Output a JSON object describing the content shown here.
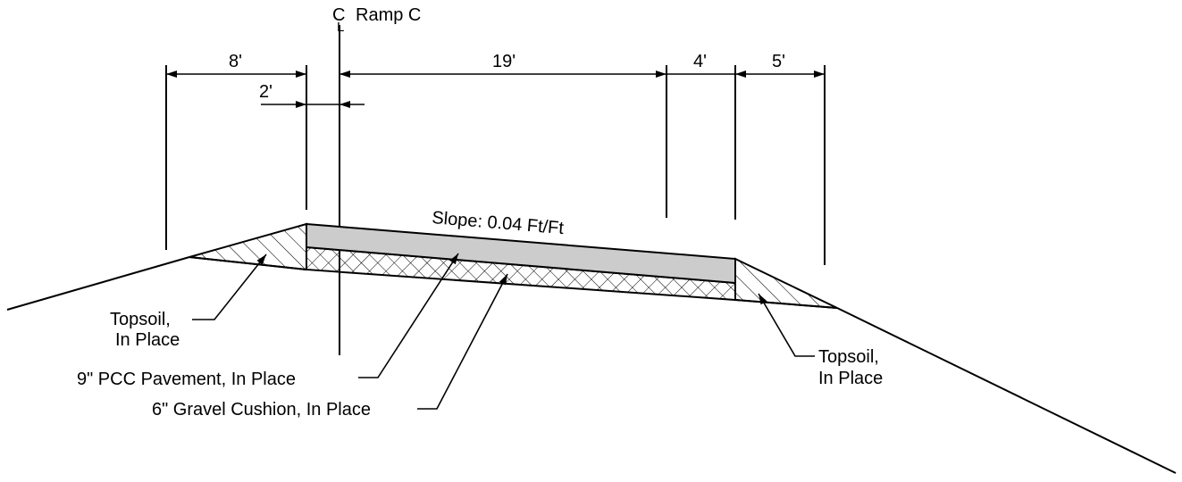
{
  "centerline": {
    "symbol": "C",
    "symbol_underscore": "L",
    "label": "Ramp C"
  },
  "dimensions": {
    "d1": "8'",
    "d2": "2'",
    "d3": "19'",
    "d4": "4'",
    "d5": "5'"
  },
  "slope_label": "Slope: 0.04 Ft/Ft",
  "callouts": {
    "topsoil_left_line1": "Topsoil,",
    "topsoil_left_line2": "In Place",
    "pavement": "9\" PCC Pavement, In Place",
    "gravel": "6\" Gravel Cushion, In Place",
    "topsoil_right_line1": "Topsoil,",
    "topsoil_right_line2": "In Place"
  },
  "colors": {
    "pavement_fill": "#cccccc",
    "line": "#000000",
    "background": "#ffffff"
  }
}
